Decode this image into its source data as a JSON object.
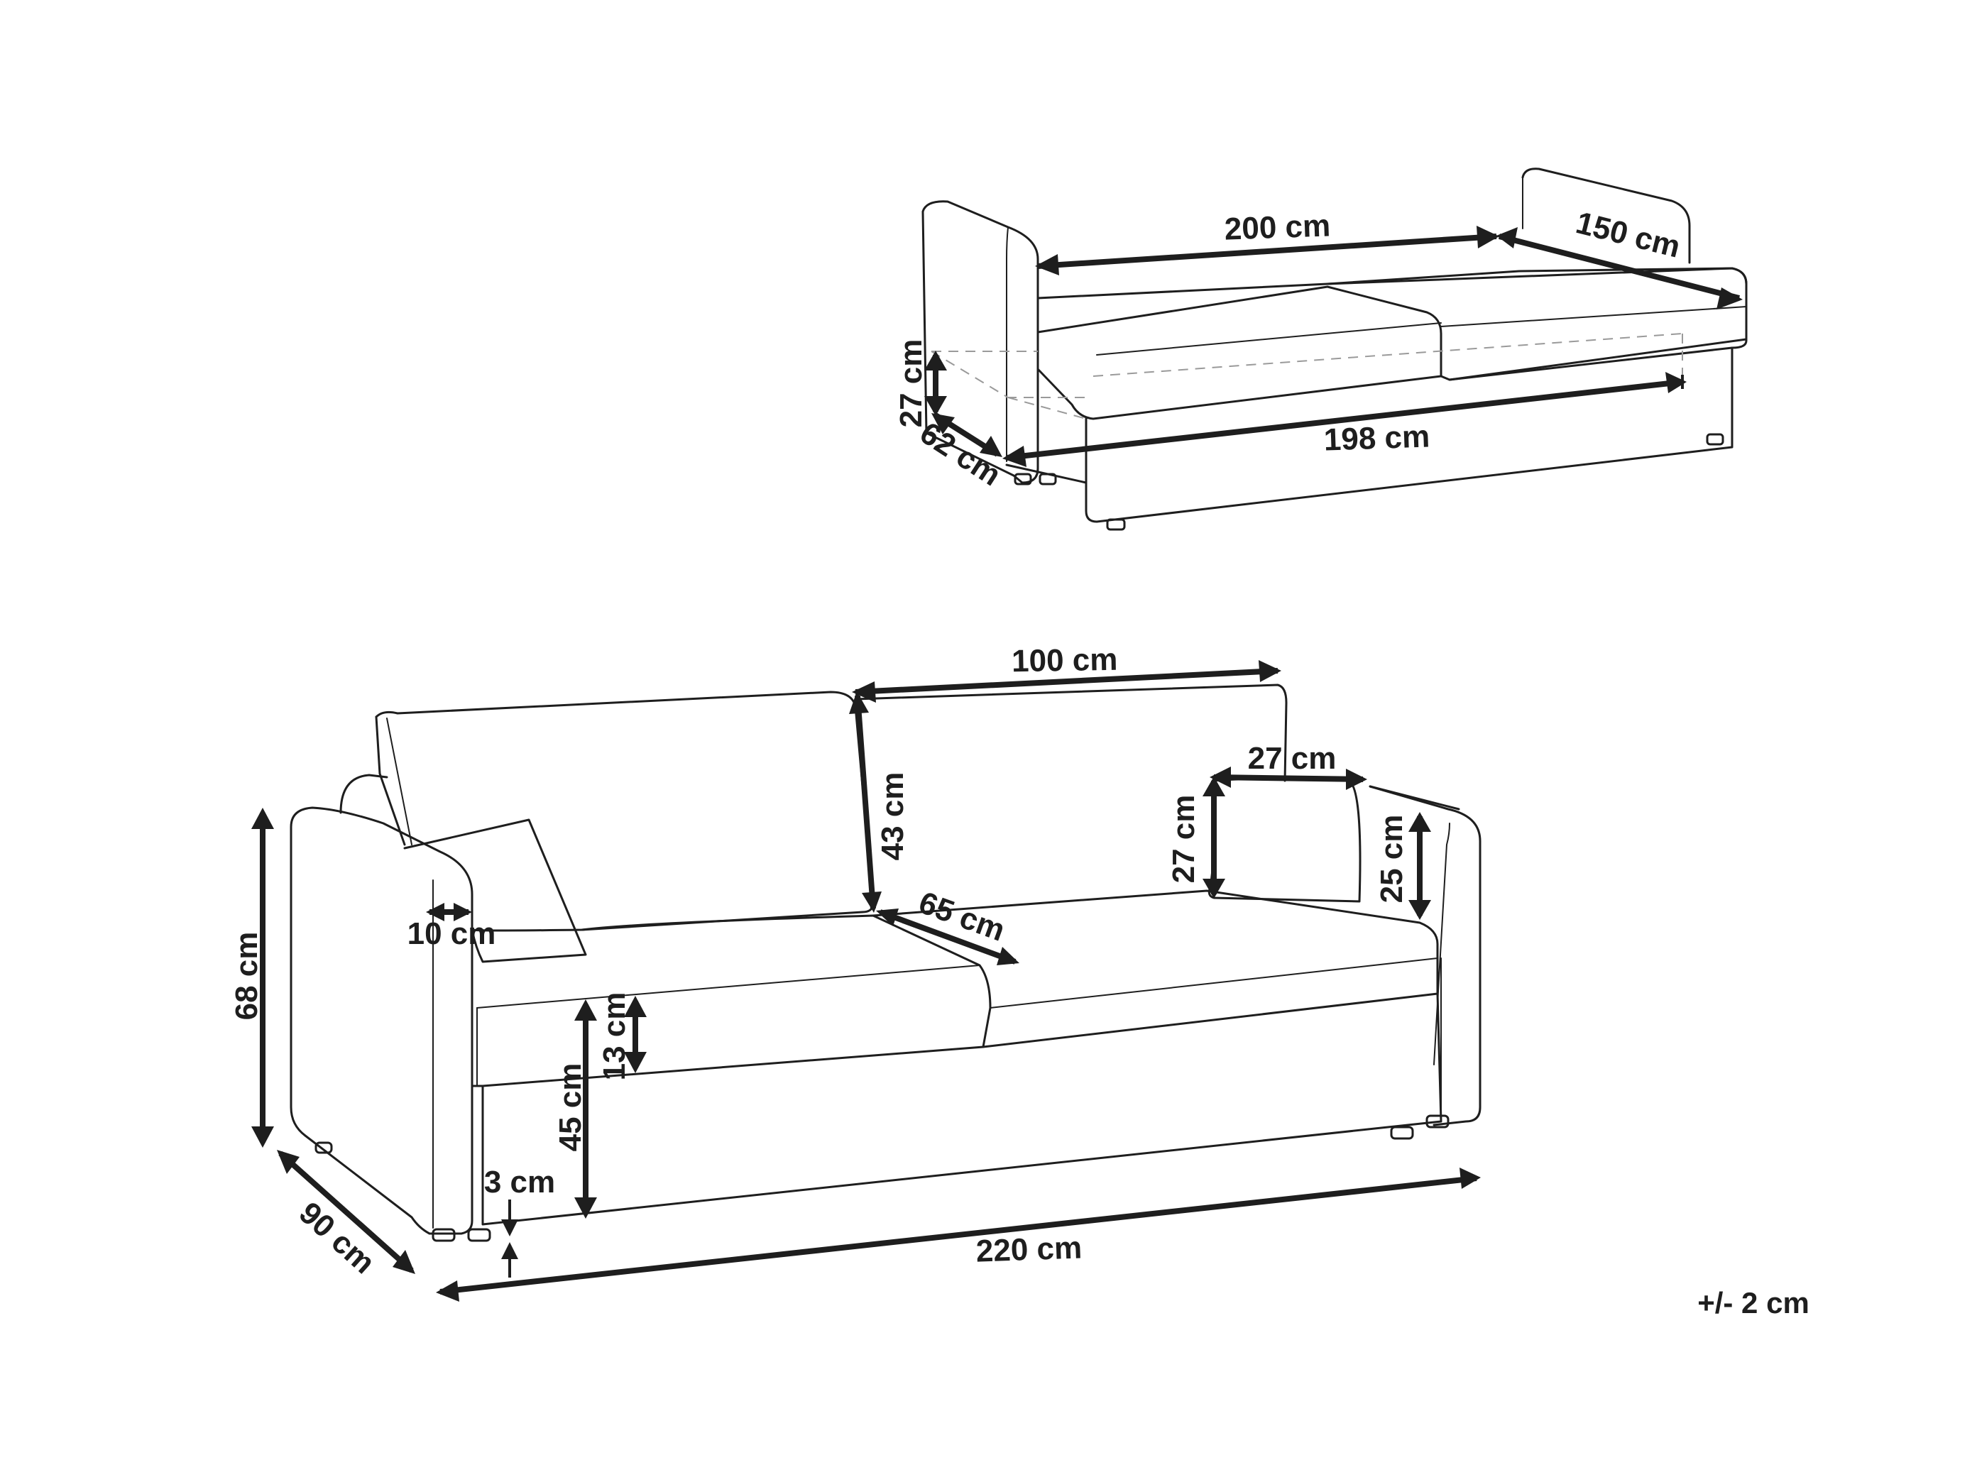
{
  "sofa_bed": {
    "dimensions": {
      "length": "200 cm",
      "width": "150 cm",
      "height": "27 cm",
      "depth": "62 cm",
      "base_length": "198 cm"
    }
  },
  "sofa": {
    "dimensions": {
      "back_length": "100 cm",
      "back_height": "43 cm",
      "pillow_width": "27 cm",
      "pillow_height": "27 cm",
      "armrest_pillow": "25 cm",
      "seat_depth": "65 cm",
      "armrest_width": "10 cm",
      "total_height": "68 cm",
      "seat_height": "45 cm",
      "cushion_thickness": "13 cm",
      "leg_height": "3 cm",
      "total_depth": "90 cm",
      "total_length": "220 cm"
    }
  },
  "tolerance": "+/- 2 cm",
  "style": {
    "line_color": "#1e1e1e",
    "background": "#ffffff"
  }
}
